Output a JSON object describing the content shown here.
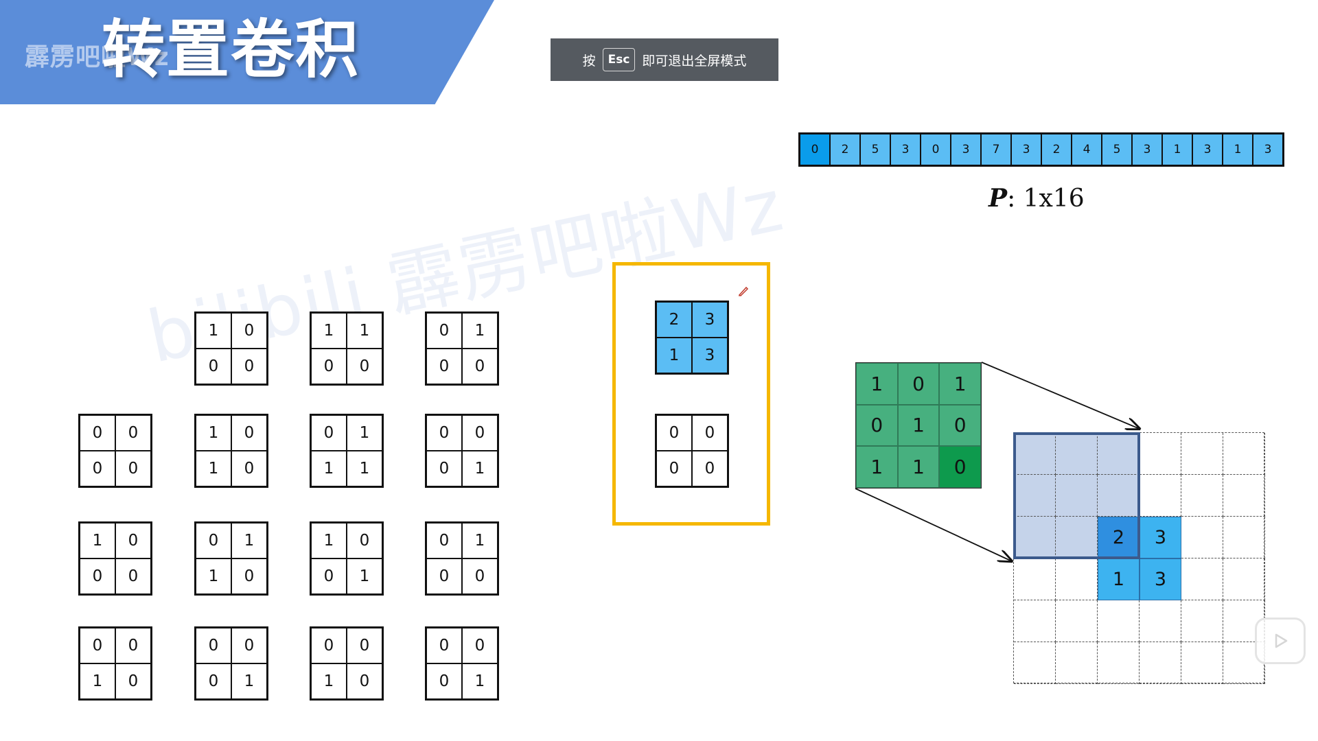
{
  "header": {
    "title": "转置卷积",
    "watermark_left": "霹雳吧啦Wz"
  },
  "esc_notice": {
    "press": "按",
    "key": "Esc",
    "message": "即可退出全屏模式"
  },
  "vector_p": {
    "values": [
      "0",
      "2",
      "5",
      "3",
      "0",
      "3",
      "7",
      "3",
      "2",
      "4",
      "5",
      "3",
      "1",
      "3",
      "1",
      "3"
    ],
    "active_index": 0,
    "caption_symbol": "P",
    "caption_text": ": 1x16"
  },
  "watermark_center": "bilibili 霹雳吧啦Wz",
  "matrices": [
    {
      "cells": [
        "1",
        "0",
        "0",
        "0"
      ]
    },
    {
      "cells": [
        "1",
        "1",
        "0",
        "0"
      ]
    },
    {
      "cells": [
        "0",
        "1",
        "0",
        "0"
      ]
    },
    {
      "cells": [
        "0",
        "0",
        "0",
        "0"
      ]
    },
    {
      "cells": [
        "1",
        "0",
        "1",
        "0"
      ]
    },
    {
      "cells": [
        "0",
        "1",
        "1",
        "1"
      ]
    },
    {
      "cells": [
        "0",
        "0",
        "0",
        "1"
      ]
    },
    {
      "cells": [
        "1",
        "0",
        "0",
        "0"
      ]
    },
    {
      "cells": [
        "0",
        "1",
        "1",
        "0"
      ]
    },
    {
      "cells": [
        "1",
        "0",
        "0",
        "1"
      ]
    },
    {
      "cells": [
        "0",
        "1",
        "0",
        "0"
      ]
    },
    {
      "cells": [
        "0",
        "0",
        "1",
        "0"
      ]
    },
    {
      "cells": [
        "0",
        "0",
        "0",
        "1"
      ]
    },
    {
      "cells": [
        "0",
        "0",
        "1",
        "0"
      ]
    },
    {
      "cells": [
        "0",
        "0",
        "0",
        "1"
      ]
    }
  ],
  "highlight": {
    "top_matrix": {
      "cells": [
        "2",
        "3",
        "1",
        "3"
      ]
    },
    "bottom_matrix": {
      "cells": [
        "0",
        "0",
        "0",
        "0"
      ]
    }
  },
  "kernel": {
    "cells": [
      "1",
      "0",
      "1",
      "0",
      "1",
      "0",
      "1",
      "1",
      "0"
    ]
  },
  "output_grid": {
    "rows": 6,
    "cols": 6,
    "values": [
      "2",
      "3",
      "1",
      "3"
    ]
  },
  "colors": {
    "banner": "#5B8DD9",
    "cell_blue": "#5BBDF4",
    "cell_active": "#0A9CEB",
    "kernel_green": "#47B07F",
    "kernel_dark_green": "#0E9A4D",
    "highlight_border": "#F5B700",
    "shade": "#C5D3EA",
    "frame": "#3C5A8C"
  },
  "icons": [
    "pen-icon",
    "play-icon"
  ]
}
